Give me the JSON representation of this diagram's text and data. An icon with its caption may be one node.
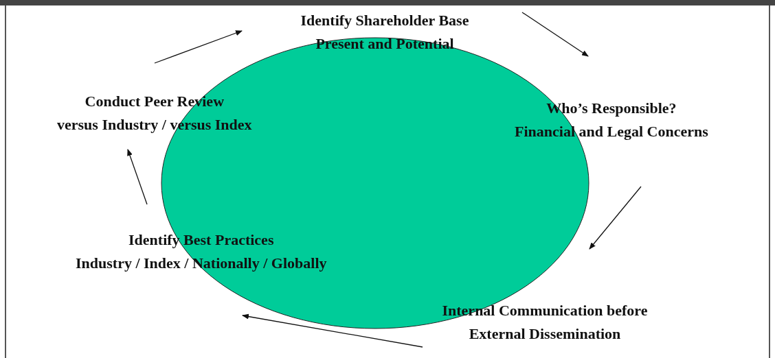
{
  "diagram": {
    "nodes": [
      {
        "text": [
          "Identify Shareholder Base",
          "Present and Potential"
        ]
      },
      {
        "text": [
          "Who’s Responsible?",
          "Financial and Legal Concerns"
        ]
      },
      {
        "text": [
          "Internal Communication before",
          "External Dissemination"
        ]
      },
      {
        "text": [
          "Identify Best Practices",
          "Industry / Index / Nationally / Globally"
        ]
      },
      {
        "text": [
          "Conduct Peer Review",
          "versus Industry / versus Index"
        ]
      }
    ],
    "edges": [
      {
        "from": 4,
        "to": 0,
        "arrow": "to"
      },
      {
        "from": 0,
        "to": 1,
        "arrow": "to"
      },
      {
        "from": 1,
        "to": 2,
        "arrow": "to"
      },
      {
        "from": 2,
        "to": 3,
        "arrow": "to"
      },
      {
        "from": 3,
        "to": 4,
        "arrow": "to"
      }
    ]
  }
}
